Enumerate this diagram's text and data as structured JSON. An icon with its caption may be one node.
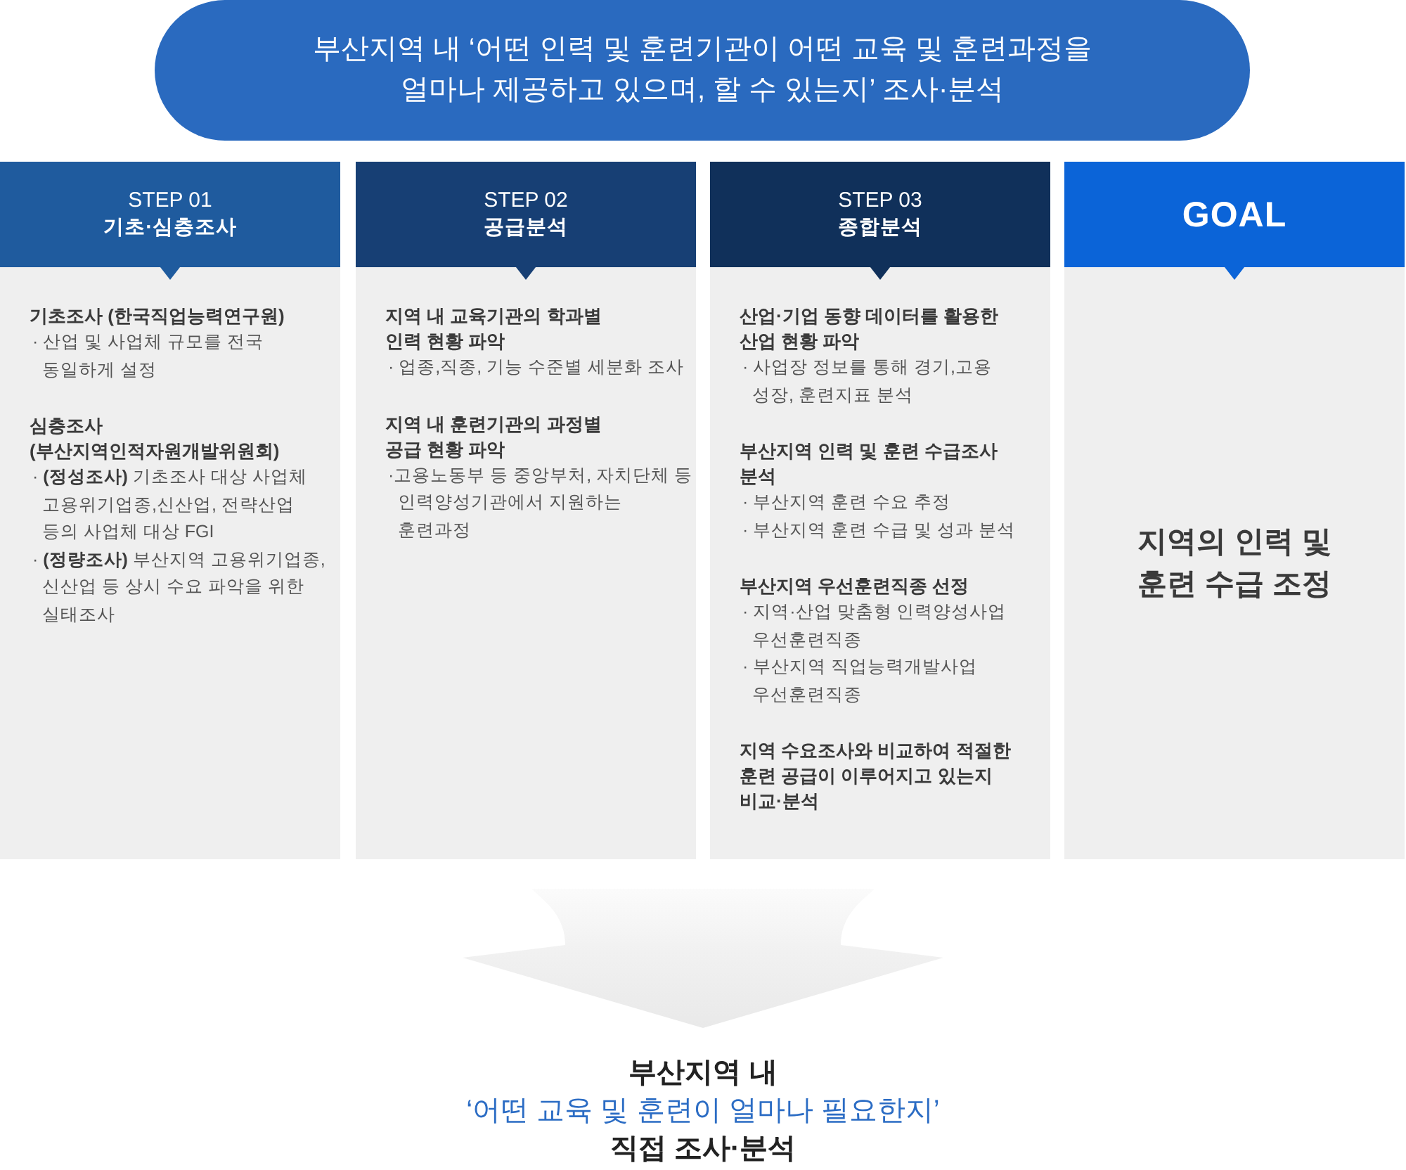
{
  "diagram": {
    "nodes": [
      {
        "text": [
          "부산지역 내 ‘어떤 인력 및 훈련기관이 어떤 교육 및 훈련과정을 얼마나 제공하고 있으며, 할 수 있는지’ 조사·분석"
        ]
      },
      {
        "text": [
          "STEP 01",
          "기초·심층조사"
        ]
      },
      {
        "text": [
          "기초조사 (한국직업능력연구원)",
          "· 산업 및 사업체 규모를 전국 동일하게 설정",
          "심층조사 (부산지역인적자원개발위원회)",
          "· **(정성조사)** 기초조사 대상 사업체 고용위기업종,신산업, 전략산업 등의 사업체 대상 FGI",
          "· **(정량조사)** 부산지역 고용위기업종, 신산업 등 상시 수요 파악을 위한 실태조사"
        ]
      },
      {
        "text": [
          "STEP 02",
          "공급분석"
        ]
      },
      {
        "text": [
          "지역 내 교육기관의 학과별 인력 현황 파악",
          "· 업종,직종, 기능 수준별 세분화 조사",
          "지역 내 훈련기관의 과정별 공급 현황 파악",
          "·고용노동부 등 중앙부처, 자치단체 등 인력양성기관에서 지원하는 훈련과정"
        ]
      },
      {
        "text": [
          "STEP 03",
          "종합분석"
        ]
      },
      {
        "text": [
          "산업·기업 동향 데이터를 활용한 산업 현황 파악",
          "· 사업장 정보를 통해 경기,고용 성장, 훈련지표 분석",
          "부산지역 인력 및 훈련 수급조사 분석",
          "· 부산지역 훈련 수요 추정",
          "· 부산지역 훈련 수급 및 성과 분석",
          "부산지역 우선훈련직종 선정",
          "· 지역·산업 맞춤형 인력양성사업 우선훈련직종",
          "· 부산지역 직업능력개발사업 우선훈련직종",
          "지역 수요조사와 비교하여 적절한 훈련 공급이 이루어지고 있는지 비교·분석"
        ]
      },
      {
        "text": [
          "GOAL"
        ]
      },
      {
        "text": [
          "지역의 인력 및 훈련 수급 조정"
        ]
      },
      {
        "text": [
          "부산지역 내",
          "‘어떤 교육 및 훈련이 얼마나 필요한지’",
          "직접 조사·분석"
        ]
      }
    ],
    "edges": [
      {
        "from": null,
        "to": 9,
        "arrow": "to"
      }
    ]
  }
}
